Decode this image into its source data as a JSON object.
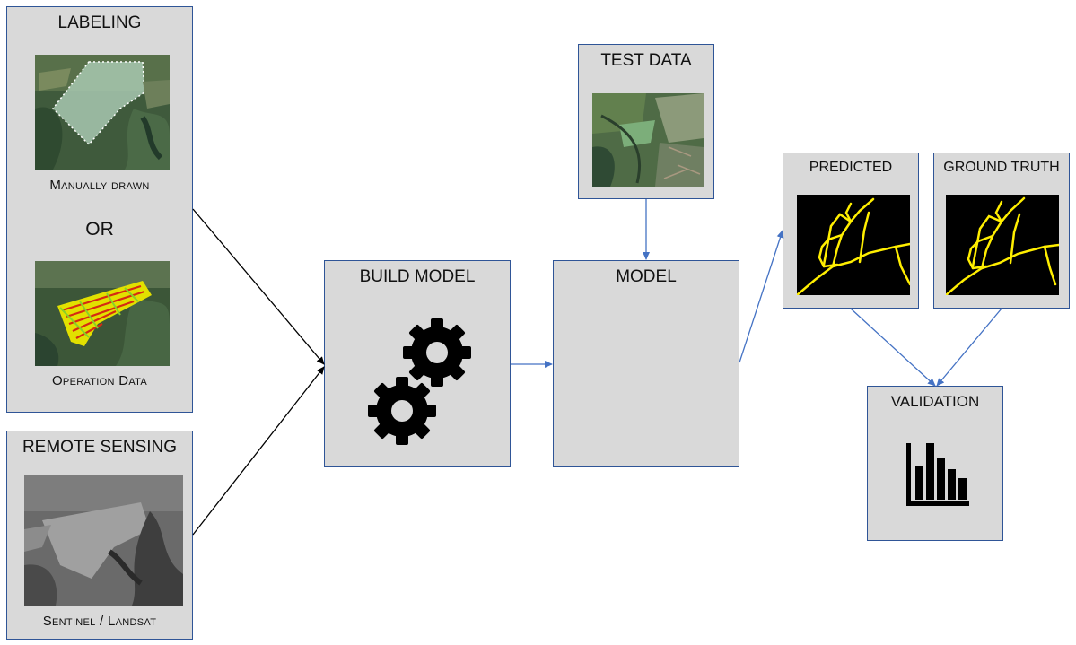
{
  "labeling": {
    "title": "LABELING",
    "caption_manual": "Manually drawn",
    "or_text": "OR",
    "caption_operation": "Operation Data"
  },
  "remote_sensing": {
    "title": "REMOTE SENSING",
    "caption": "Sentinel / Landsat"
  },
  "build_model": {
    "title": "BUILD MODEL"
  },
  "model": {
    "title": "MODEL"
  },
  "test_data": {
    "title": "TEST DATA"
  },
  "predicted": {
    "title": "PREDICTED"
  },
  "ground_truth": {
    "title": "GROUND TRUTH"
  },
  "validation": {
    "title": "VALIDATION"
  },
  "colors": {
    "box_fill": "#d9d9d9",
    "box_border": "#2f5597",
    "arrow_blue": "#4472c4",
    "arrow_black": "#000000",
    "road_yellow": "#ffee00"
  },
  "icons": [
    "gears-icon",
    "bar-chart-icon"
  ]
}
